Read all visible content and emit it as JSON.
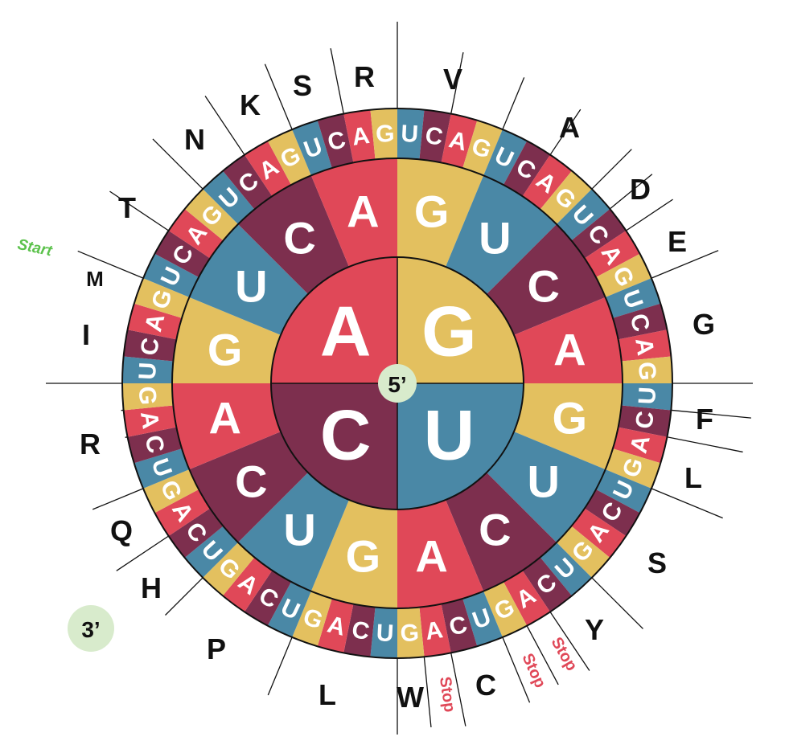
{
  "colors": {
    "A": "#e04858",
    "G": "#e3c05f",
    "U": "#4a88a6",
    "C": "#7d2f4e",
    "start": "#5cc24c",
    "stop": "#e04858",
    "terminus_fill": "#d8ebcc",
    "outline": "#111111"
  },
  "first_position": [
    "A",
    "G",
    "U",
    "C"
  ],
  "second_position": [
    "G",
    "U",
    "C",
    "A"
  ],
  "third_position": [
    "U",
    "C",
    "A",
    "G"
  ],
  "labels": {
    "five_prime": "5’",
    "three_prime": "3’",
    "start": "Start",
    "stop": "Stop"
  },
  "amino_acids": [
    {
      "text": "R"
    },
    {
      "text": "S"
    },
    {
      "text": "K"
    },
    {
      "text": "N"
    },
    {
      "text": "T"
    },
    {
      "text": "M"
    },
    {
      "text": "I"
    },
    {
      "text": "V"
    },
    {
      "text": "A"
    },
    {
      "text": "D"
    },
    {
      "text": "E"
    },
    {
      "text": "G"
    },
    {
      "text": "F"
    },
    {
      "text": "L"
    },
    {
      "text": "S"
    },
    {
      "text": "Y"
    },
    {
      "text": "C"
    },
    {
      "text": "W"
    },
    {
      "text": "L"
    },
    {
      "text": "P"
    },
    {
      "text": "H"
    },
    {
      "text": "Q"
    },
    {
      "text": "R"
    }
  ],
  "annotations": [
    {
      "text": "Start",
      "kind": "start"
    },
    {
      "text": "Stop",
      "kind": "stop"
    },
    {
      "text": "Stop",
      "kind": "stop"
    },
    {
      "text": "Stop",
      "kind": "stop"
    }
  ]
}
